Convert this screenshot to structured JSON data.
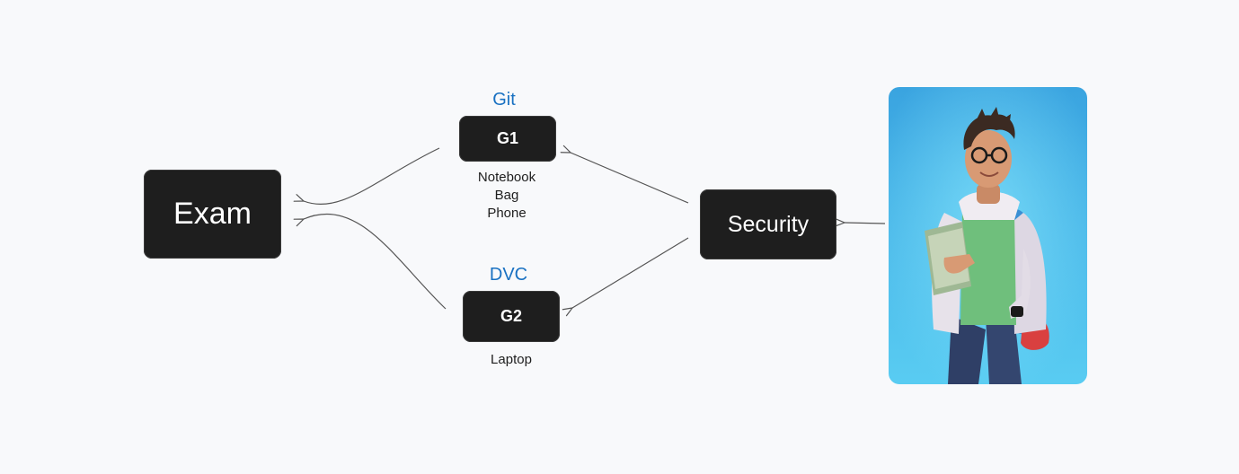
{
  "nodes": {
    "exam": "Exam",
    "security": "Security",
    "g1": "G1",
    "g2": "G2"
  },
  "groups": {
    "git_label": "Git",
    "dvc_label": "DVC"
  },
  "g1_items": [
    "Notebook",
    "Bag",
    "Phone"
  ],
  "g2_items": [
    "Laptop"
  ],
  "colors": {
    "background": "#f8f9fb",
    "node_fill": "#1e1e1e",
    "node_text": "#ffffff",
    "group_label": "#1971c2",
    "arrow": "#555555",
    "photo_sky_top": "#3aa4e0",
    "photo_sky_bottom": "#59ccf2"
  },
  "image": {
    "subject": "cartoon-student-with-backpack-and-books"
  }
}
